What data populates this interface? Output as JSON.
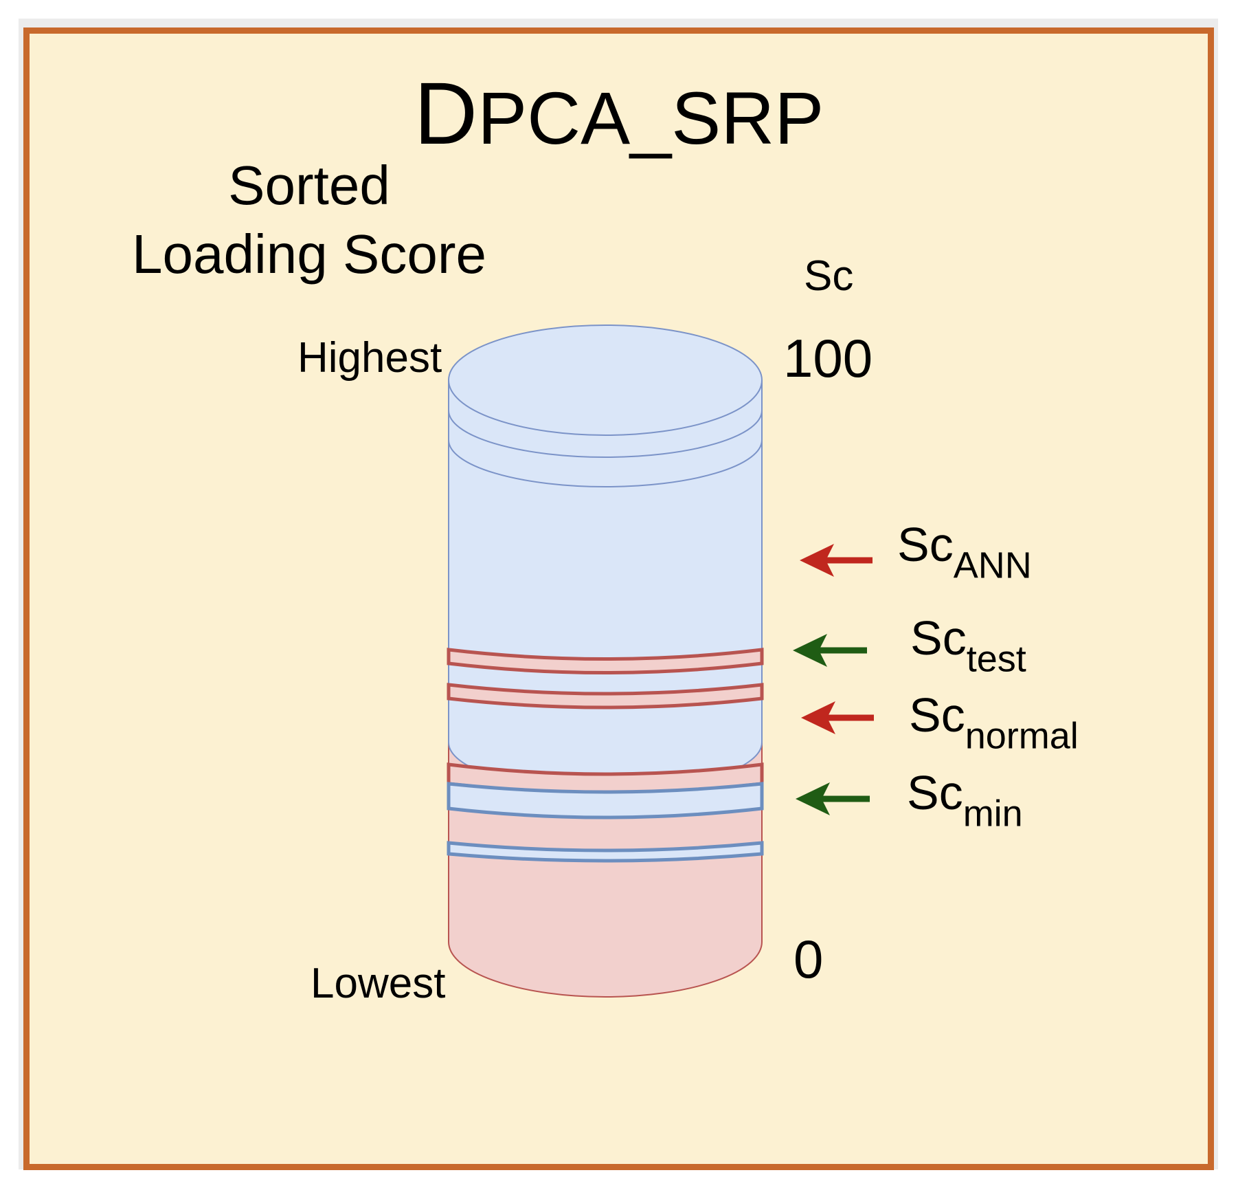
{
  "title": {
    "first_letter": "D",
    "rest": "PCA_SRP"
  },
  "stack_label": {
    "line1": "Sorted",
    "line2": "Loading Score"
  },
  "axis": {
    "header": "Sc",
    "max_label": "100",
    "min_label": "0"
  },
  "ends": {
    "top": "Highest",
    "bottom": "Lowest"
  },
  "markers": [
    {
      "base": "Sc",
      "sub": "ANN",
      "arrow_color": "#c0271e"
    },
    {
      "base": "Sc",
      "sub": "test",
      "arrow_color": "#1f5c14"
    },
    {
      "base": "Sc",
      "sub": "normal",
      "arrow_color": "#c0271e"
    },
    {
      "base": "Sc",
      "sub": "min",
      "arrow_color": "#1f5c14"
    }
  ],
  "colors": {
    "frame": "#c8692c",
    "background": "#fcf1d2",
    "high_region_fill": "#dae6f8",
    "high_region_stroke": "#7b93c8",
    "low_region_fill": "#f2d0cd",
    "low_region_stroke": "#b85450"
  }
}
